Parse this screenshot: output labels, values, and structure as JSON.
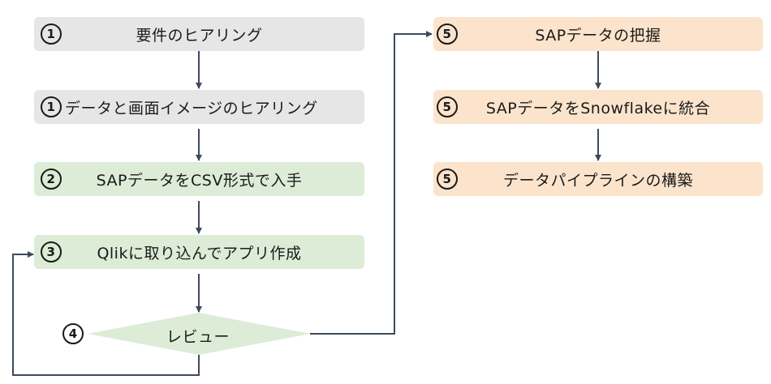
{
  "steps": {
    "s1": {
      "num": "1",
      "label": "要件のヒアリング"
    },
    "s2": {
      "num": "1",
      "label": "データと画面イメージのヒアリング"
    },
    "s3": {
      "num": "2",
      "label": "SAPデータをCSV形式で入手"
    },
    "s4": {
      "num": "3",
      "label": "Qlikに取り込んでアプリ作成"
    },
    "s5": {
      "num": "4",
      "label": "レビュー"
    },
    "s6": {
      "num": "5",
      "label": "SAPデータの把握"
    },
    "s7": {
      "num": "5",
      "label": "SAPデータをSnowflakeに統合"
    },
    "s8": {
      "num": "5",
      "label": "データパイプラインの構築"
    }
  },
  "colors": {
    "gray": "#e6e6e6",
    "green": "#dcecd6",
    "orange": "#fce4cc",
    "connector": "#3d4a5c"
  }
}
